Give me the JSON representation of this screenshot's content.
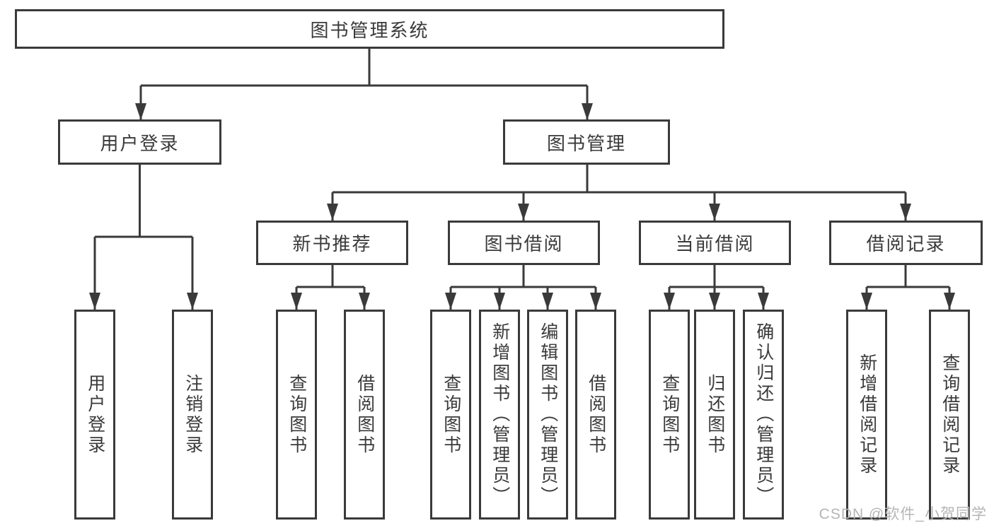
{
  "diagram": {
    "title": "图书管理系统",
    "watermark": "CSDN @软件_小贺同学",
    "colors": {
      "line": "#3a3a3a",
      "text": "#3a3a3a",
      "box_background": "#ffffff",
      "page_background": "#ffffff",
      "watermark": "#b5b5b5"
    },
    "root": {
      "label": "图书管理系统"
    },
    "level2": [
      {
        "label": "用户登录"
      },
      {
        "label": "图书管理"
      }
    ],
    "level3": [
      {
        "label": "新书推荐",
        "parent": "图书管理"
      },
      {
        "label": "图书借阅",
        "parent": "图书管理"
      },
      {
        "label": "当前借阅",
        "parent": "图书管理"
      },
      {
        "label": "借阅记录",
        "parent": "图书管理"
      }
    ],
    "leaves": [
      {
        "label": "用户登录",
        "parent": "用户登录"
      },
      {
        "label": "注销登录",
        "parent": "用户登录"
      },
      {
        "label": "查询图书",
        "parent": "新书推荐"
      },
      {
        "label": "借阅图书",
        "parent": "新书推荐"
      },
      {
        "label": "查询图书",
        "parent": "图书借阅"
      },
      {
        "label": "新增图书（管理员）",
        "parent": "图书借阅"
      },
      {
        "label": "编辑图书（管理员）",
        "parent": "图书借阅"
      },
      {
        "label": "借阅图书",
        "parent": "图书借阅"
      },
      {
        "label": "查询图书",
        "parent": "当前借阅"
      },
      {
        "label": "归还图书",
        "parent": "当前借阅"
      },
      {
        "label": "确认归还（管理员）",
        "parent": "当前借阅"
      },
      {
        "label": "新增借阅记录",
        "parent": "借阅记录"
      },
      {
        "label": "查询借阅记录",
        "parent": "借阅记录"
      }
    ]
  }
}
